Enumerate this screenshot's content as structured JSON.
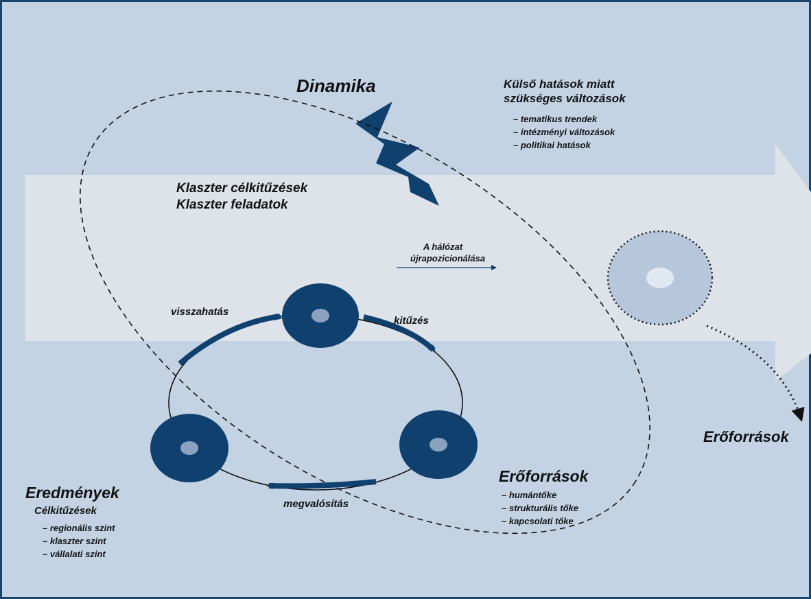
{
  "colors": {
    "background": "#c4d3e4",
    "border": "#17456e",
    "arrow_band": "#dee3ea",
    "navy": "#10406e",
    "node_center": "#8aa2c0",
    "ghost_node_fill": "#b6c7dc",
    "ghost_node_center": "#e0e8f2",
    "text": "#111111"
  },
  "dynamics": {
    "title": "Dinamika",
    "external_heading": [
      "Külső hatások miatt",
      "szükséges változások"
    ],
    "external_items": [
      "– tematikus trendek",
      "– intézményi változások",
      "– politikai hatások"
    ],
    "icon": "lightning-bolt-icon"
  },
  "cluster": {
    "lines": [
      "Klaszter célkitűzések",
      "Klaszter feladatok"
    ]
  },
  "repositioning": {
    "lines": [
      "A hálózat",
      "újrapozicionálása"
    ]
  },
  "cycle": {
    "feedback_label": "visszahatás",
    "goal_setting_label": "kitűzés",
    "implementation_label": "megvalósítás"
  },
  "resources": {
    "heading": "Erőforrások",
    "items": [
      "– humántőke",
      "– strukturális tőke",
      "– kapcsolati tőke"
    ],
    "future_label": "Erőforrások"
  },
  "results": {
    "heading": "Eredmények",
    "goals_heading": "Célkitűzések",
    "goal_items": [
      "– regionális szint",
      "– klaszter szint",
      "– vállalati szint"
    ]
  }
}
